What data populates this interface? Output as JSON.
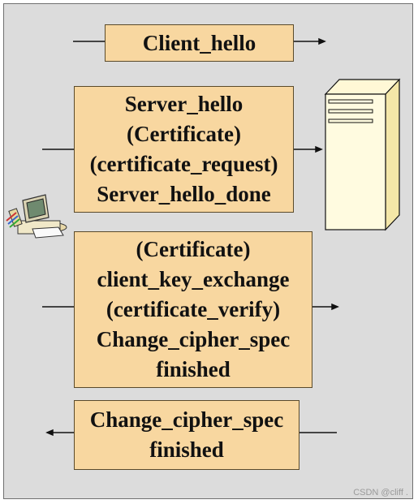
{
  "messages": [
    {
      "lines": [
        "Client_hello"
      ]
    },
    {
      "lines": [
        "Server_hello",
        "(Certificate)",
        "(certificate_request)",
        "Server_hello_done"
      ]
    },
    {
      "lines": [
        "(Certificate)",
        "client_key_exchange",
        "(certificate_verify)",
        "Change_cipher_spec",
        "finished"
      ]
    },
    {
      "lines": [
        "Change_cipher_spec",
        "finished"
      ]
    }
  ],
  "icons": {
    "client": "client-computer-icon",
    "server": "server-tower-icon"
  },
  "colors": {
    "box_fill": "#f8d7a0",
    "background": "#dcdcdc"
  },
  "watermark": "CSDN @cliff ."
}
